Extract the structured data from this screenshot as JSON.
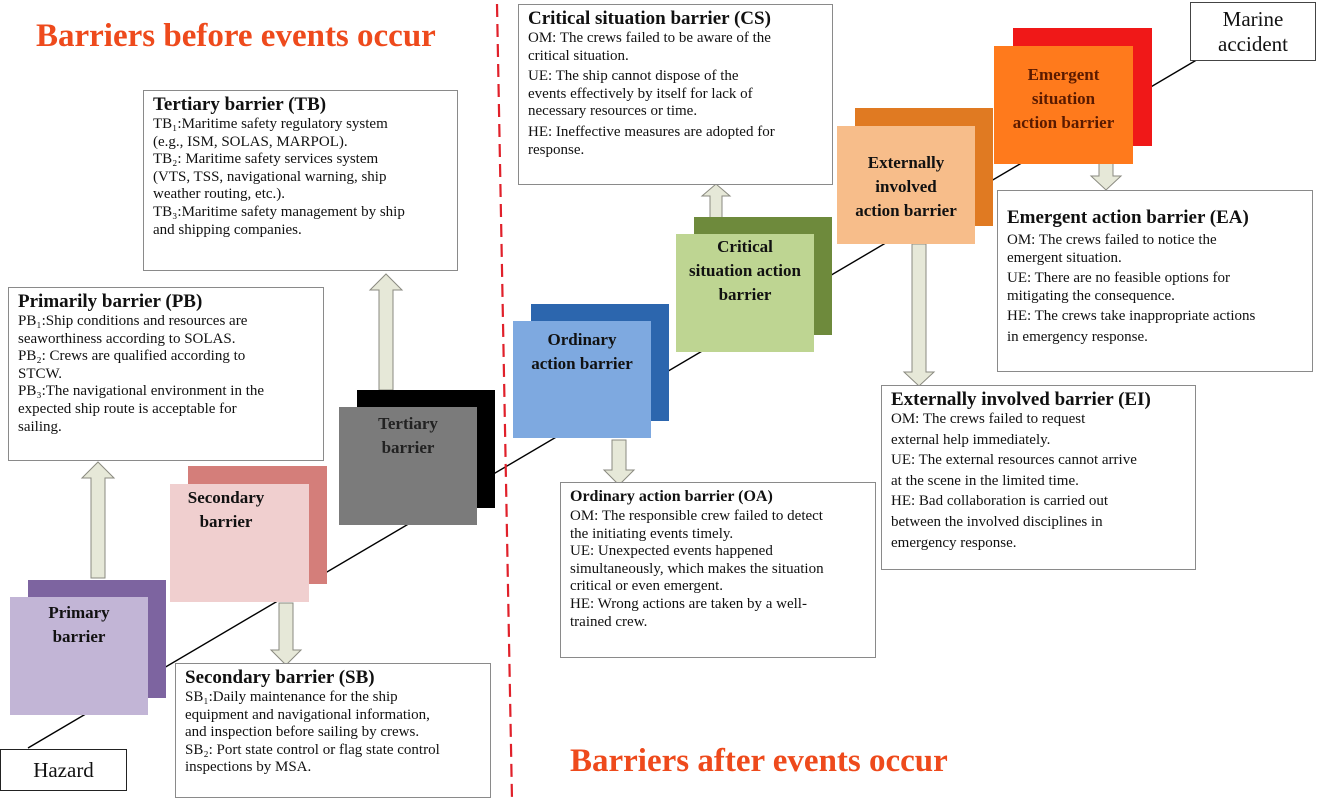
{
  "headings": {
    "before": "Barriers before events occur",
    "after": "Barriers after events occur"
  },
  "terminals": {
    "hazard": "Hazard",
    "accident": "Marine\naccident"
  },
  "squares": {
    "primary": "Primary\nbarrier",
    "secondary": "Secondary\nbarrier",
    "tertiary": "Tertiary\nbarrier",
    "ordinary": "Ordinary\naction barrier",
    "critical": "Critical\nsituation action\nbarrier",
    "external": "Externally\ninvolved\naction barrier",
    "emergent": "Emergent\nsituation\naction barrier"
  },
  "boxes": {
    "tb": {
      "title": "Tertiary barrier (TB)",
      "lines": [
        "TB₁:Maritime safety regulatory system",
        "(e.g., ISM, SOLAS, MARPOL).",
        "TB₂: Maritime safety services system",
        "(VTS, TSS, navigational warning, ship",
        "weather routing, etc.).",
        "TB₃:Maritime safety management by ship",
        "and shipping companies."
      ]
    },
    "pb": {
      "title": "Primarily barrier (PB)",
      "lines": [
        "PB₁:Ship conditions and resources are",
        "seaworthiness according to SOLAS.",
        "PB₂: Crews are qualified according to",
        "STCW.",
        "PB₃:The navigational environment in the",
        "expected ship route is acceptable for",
        "sailing."
      ]
    },
    "sb": {
      "title": "Secondary barrier (SB)",
      "lines": [
        "SB₁:Daily maintenance for the ship",
        "equipment and navigational information,",
        "and inspection before sailing by crews.",
        "SB₂: Port state control or flag state control",
        "inspections by MSA."
      ]
    },
    "cs": {
      "title": "Critical situation barrier (CS)",
      "lines": [
        "OM: The crews failed to be aware of the",
        "critical situation.",
        "UE: The ship cannot dispose of the",
        "events effectively by itself for lack of",
        "necessary  resources or time.",
        "HE: Ineffective measures are adopted for",
        "response."
      ]
    },
    "oa": {
      "title": "Ordinary action barrier (OA)",
      "lines": [
        "OM: The responsible crew failed to detect",
        "the initiating events timely.",
        "UE: Unexpected events happened",
        "simultaneously, which makes the situation",
        "critical or even emergent.",
        "HE: Wrong actions are taken by a well-",
        "trained crew."
      ]
    },
    "ea": {
      "title": "Emergent action barrier (EA)",
      "lines": [
        "OM: The crews failed to notice the",
        "emergent situation.",
        "UE: There are no feasible options for",
        "mitigating the consequence.",
        "HE: The crews take inappropriate actions",
        "in emergency response."
      ]
    },
    "ei": {
      "title": "Externally involved  barrier (EI)",
      "lines": [
        "OM: The crews failed to request",
        "external help immediately.",
        "UE: The external resources cannot arrive",
        "at the scene in the limited time.",
        "HE: Bad collaboration is carried out",
        "between the involved disciplines in",
        "emergency response."
      ]
    }
  },
  "colors": {
    "heading": "#ee4a1c",
    "divider": "#e0202a",
    "arrow_fill": "#e6e8d8",
    "arrow_stroke": "#8a8a80",
    "primary_back": "#7d64a0",
    "primary_front": "#c2b5d6",
    "secondary_back": "#d47e7a",
    "secondary_front": "#f0cfcf",
    "tertiary_back": "#000000",
    "tertiary_front": "#7b7b7b",
    "ordinary_back": "#2c66ae",
    "ordinary_front": "#7ea9e0",
    "critical_back": "#6e8a3c",
    "critical_front": "#bed592",
    "external_back": "#e07a22",
    "external_front": "#f7bd8a",
    "emergent_back": "#f01818",
    "emergent_front": "#ff7a1c"
  }
}
